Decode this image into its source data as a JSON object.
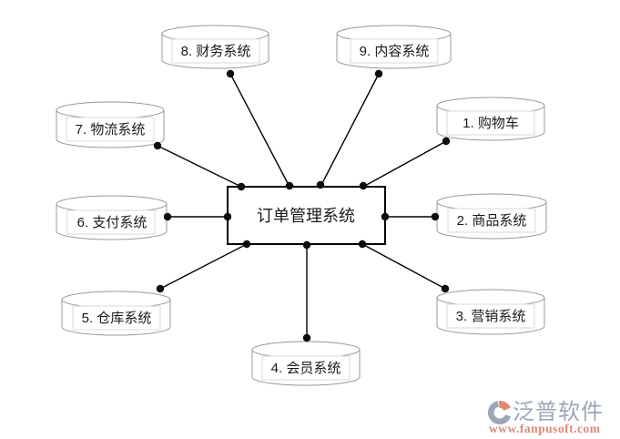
{
  "diagram": {
    "center": {
      "label": "订单管理系统"
    },
    "nodes": [
      {
        "id": 1,
        "label": "1. 购物车",
        "shape": "cylinder"
      },
      {
        "id": 2,
        "label": "2. 商品系统",
        "shape": "cylinder"
      },
      {
        "id": 3,
        "label": "3. 营销系统",
        "shape": "cylinder"
      },
      {
        "id": 4,
        "label": "4. 会员系统",
        "shape": "cylinder"
      },
      {
        "id": 5,
        "label": "5. 仓库系统",
        "shape": "cylinder"
      },
      {
        "id": 6,
        "label": "6. 支付系统",
        "shape": "cylinder"
      },
      {
        "id": 7,
        "label": "7. 物流系统",
        "shape": "cylinder"
      },
      {
        "id": 8,
        "label": "8. 财务系统",
        "shape": "cylinder"
      },
      {
        "id": 9,
        "label": "9. 内容系统",
        "shape": "cylinder"
      }
    ],
    "colors": {
      "connector": "#000000",
      "center_box_stroke": "#000000",
      "cylinder_stroke": "#999999",
      "label_box_stroke": "#d9d9d9",
      "background": "#ffffff"
    }
  },
  "watermark": {
    "brand": "泛普软件",
    "url": "www.fanpusoft.com",
    "brand_color": "#9ba6b8",
    "url_color": "#d88c78",
    "logo_gray": "#9ba6b8",
    "logo_coral": "#df8a70"
  }
}
